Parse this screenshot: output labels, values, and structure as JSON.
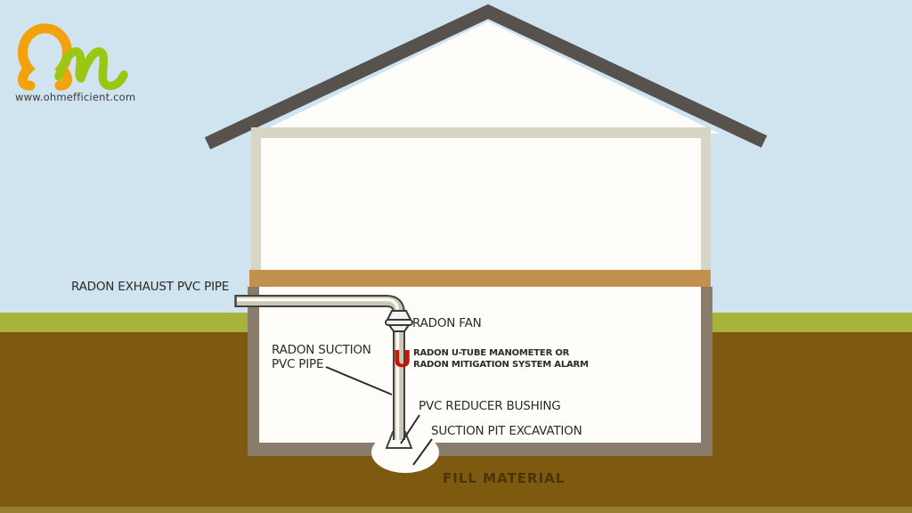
{
  "page": {
    "title": "Radon mitigation system house cross-section diagram"
  },
  "logo": {
    "website": "www.ohmefficient.com",
    "omega_icon_color": "#f2a20c",
    "m_icon_color": "#9bc714"
  },
  "colors": {
    "sky": "#cfe4ee",
    "grass": "#a9b33c",
    "soil": "#7e5a10",
    "soil_light": "#9a7d33",
    "roof": "#57524d",
    "wall_light": "#d8d5c7",
    "floor_band_tan": "#c2904f",
    "basement_wall": "#8a7c6d",
    "interior_white": "#fefdfa",
    "pipe_outline": "#45423c",
    "pipe_fill": "#cac7b9",
    "pipe_highlight": "#fbfbf4",
    "label_text": "#2b2b28",
    "alarm_red": "#cc1505",
    "fill_text_brown": "#4a3508"
  },
  "labels": {
    "radon_exhaust_pipe": "RADON EXHAUST PVC PIPE",
    "radon_fan": "RADON FAN",
    "radon_suction_line1": "RADON SUCTION",
    "radon_suction_line2": "PVC PIPE",
    "u_symbol": "U",
    "manometer_line1": "RADON U-TUBE MANOMETER OR",
    "manometer_line2": "RADON MITIGATION SYSTEM ALARM",
    "reducer_bushing": "PVC REDUCER BUSHING",
    "suction_pit": "SUCTION PIT EXCAVATION",
    "fill_material": "FILL MATERIAL"
  }
}
